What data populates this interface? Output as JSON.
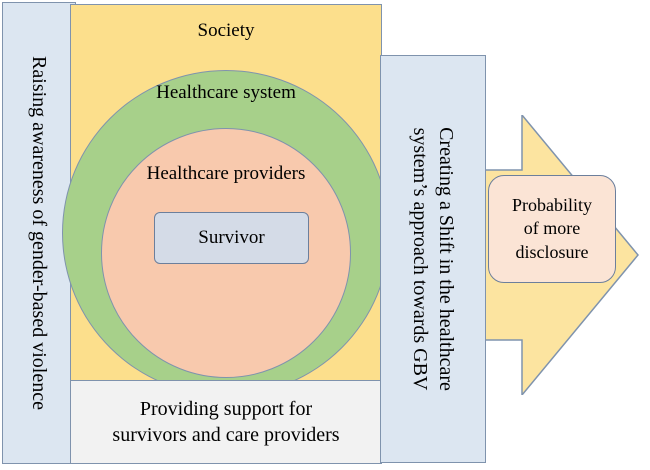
{
  "society": {
    "label": "Society"
  },
  "healthcare_system": {
    "label": "Healthcare system"
  },
  "healthcare_providers": {
    "label": "Healthcare providers"
  },
  "survivor": {
    "label": "Survivor"
  },
  "support": {
    "line1": "Providing support for",
    "line2": "survivors and care providers"
  },
  "awareness": {
    "label": "Raising awareness of gender-based violence"
  },
  "shift": {
    "line1": "Creating a Shift in the healthcare",
    "line2": "system’s approach towards GBV"
  },
  "outcome": {
    "line1": "Probability",
    "line2": "of more",
    "line3": "disclosure"
  },
  "colors": {
    "society": "#fcdf8c",
    "healthcare_system": "#a7d08a",
    "healthcare_providers": "#f8c9ad",
    "survivor": "#d4dbe7",
    "side_bars": "#dce6f1",
    "support": "#f2f2f2",
    "arrow": "#fce4a0",
    "outcome": "#fbe4d5"
  }
}
